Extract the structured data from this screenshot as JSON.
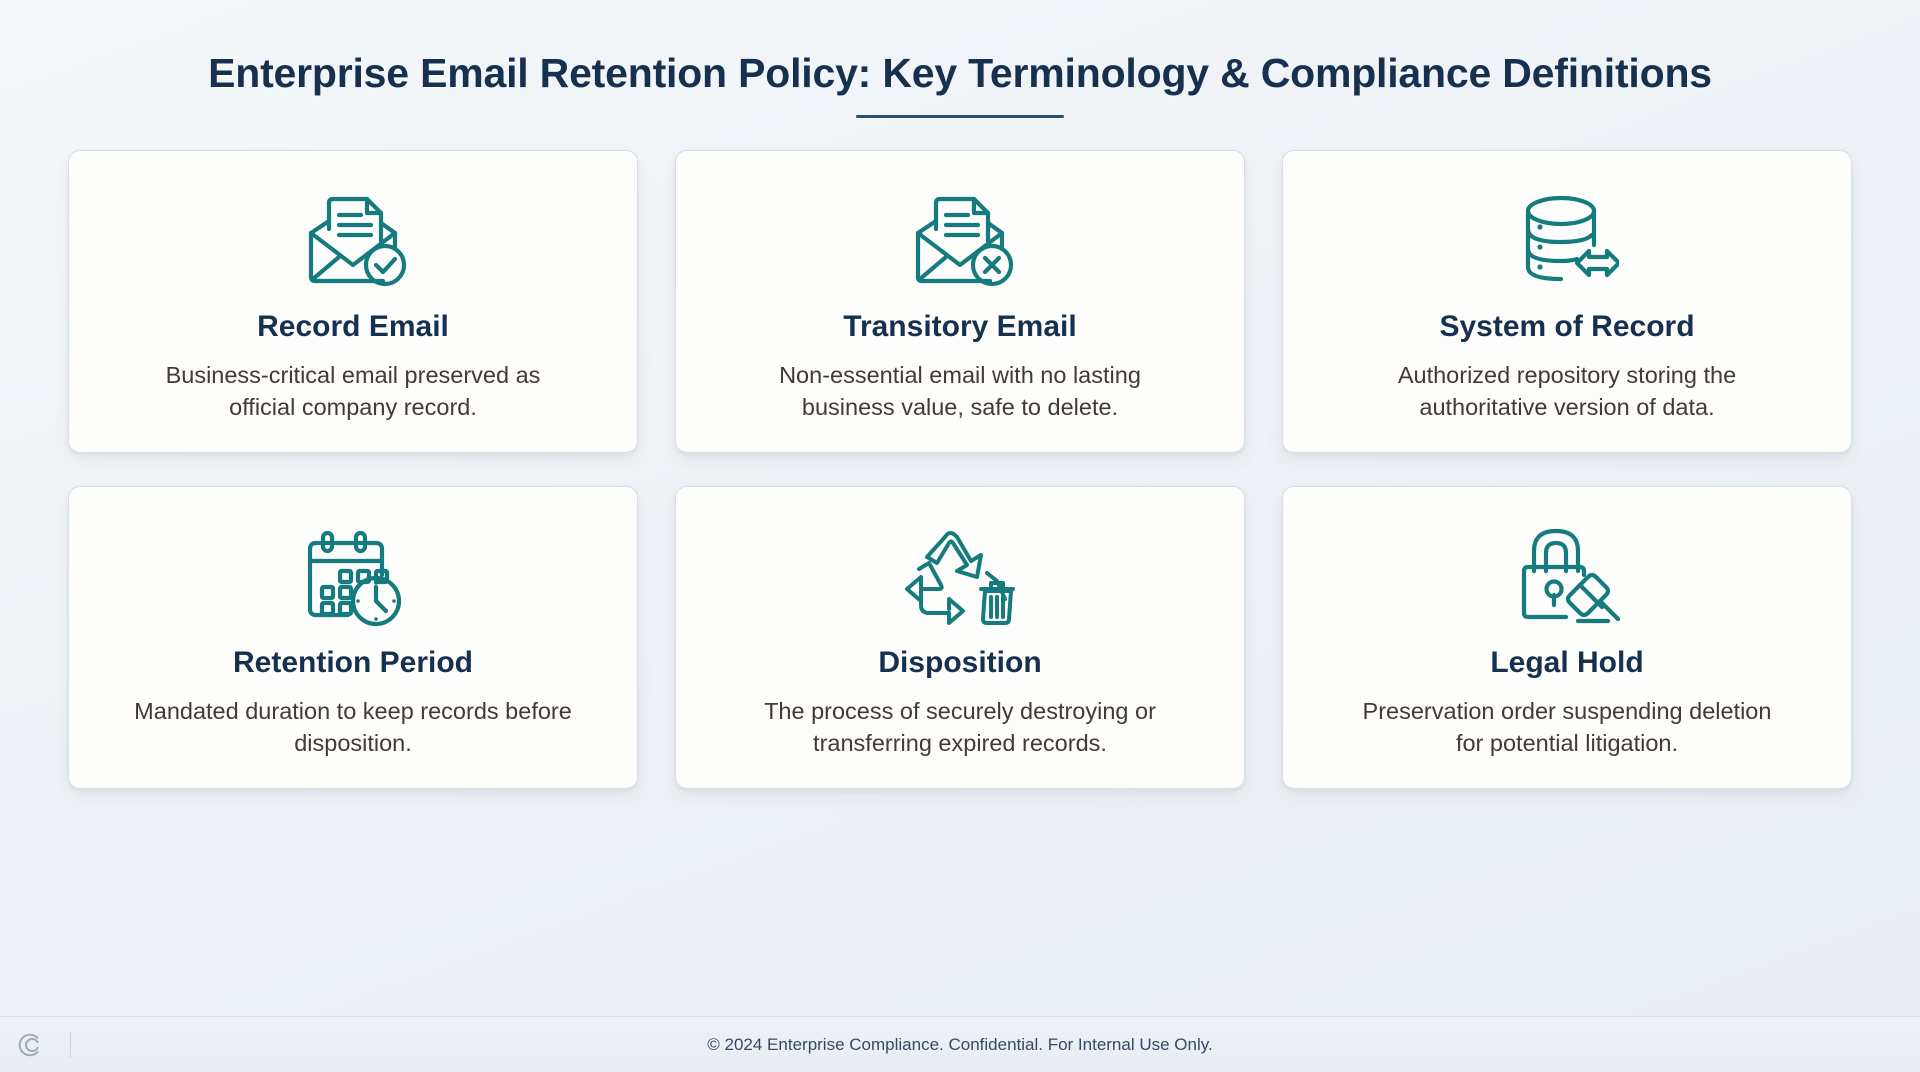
{
  "header": {
    "title": "Enterprise Email Retention Policy: Key Terminology & Compliance Definitions"
  },
  "cards": [
    {
      "icon": "envelope-document-check-icon",
      "title": "Record Email",
      "description": "Business-critical email preserved as official company record."
    },
    {
      "icon": "envelope-document-x-icon",
      "title": "Transitory Email",
      "description": "Non-essential email with no lasting business value, safe to delete."
    },
    {
      "icon": "database-transfer-icon",
      "title": "System of Record",
      "description": "Authorized repository storing the authoritative version of data."
    },
    {
      "icon": "calendar-clock-icon",
      "title": "Retention Period",
      "description": "Mandated duration to keep records before disposition."
    },
    {
      "icon": "recycle-trash-icon",
      "title": "Disposition",
      "description": "The process of securely destroying or transferring expired records."
    },
    {
      "icon": "lock-gavel-icon",
      "title": "Legal Hold",
      "description": "Preservation order suspending deletion for potential litigation."
    }
  ],
  "footer": {
    "logo": "c-monogram-logo",
    "text": "© 2024 Enterprise Compliance. Confidential. For Internal Use Only."
  },
  "colors": {
    "title": "#16314f",
    "icon_accent": "#157b7f",
    "body_text": "#443a33",
    "card_background": "#fdfdfb",
    "page_background": "#eef2f6"
  }
}
